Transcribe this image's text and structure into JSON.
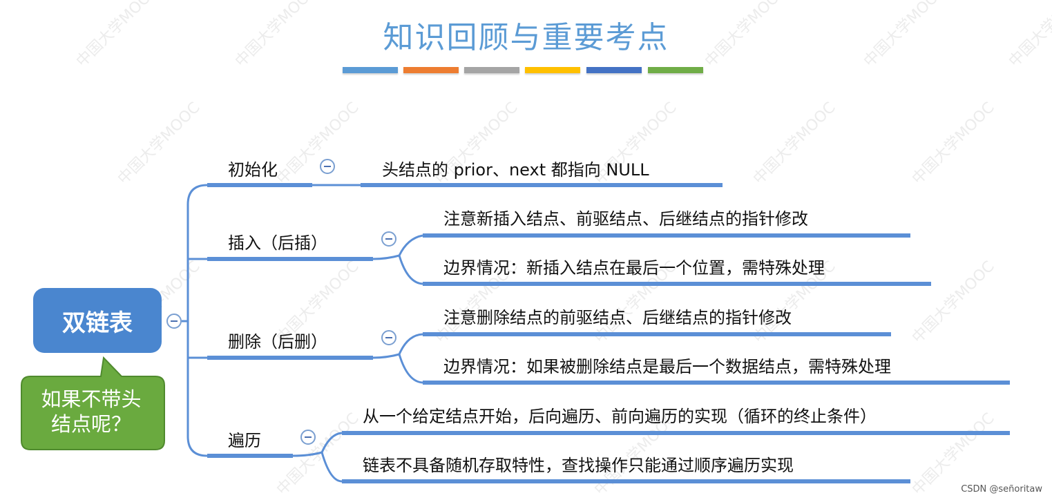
{
  "title": "知识回顾与重要考点",
  "color_bars": [
    "#5b9bd5",
    "#ed7d31",
    "#a5a5a5",
    "#ffc000",
    "#4472c4",
    "#70ad47"
  ],
  "watermark_text": "中国大学MOOC",
  "root": {
    "label": "双链表",
    "color": "#4a86cf"
  },
  "branches": [
    {
      "label": "初始化",
      "leaves": [
        "头结点的 prior、next 都指向 NULL"
      ]
    },
    {
      "label": "插入（后插）",
      "leaves": [
        "注意新插入结点、前驱结点、后继结点的指针修改",
        "边界情况：新插入结点在最后一个位置，需特殊处理"
      ]
    },
    {
      "label": "删除（后删）",
      "leaves": [
        "注意删除结点的前驱结点、后继结点的指针修改",
        "边界情况：如果被删除结点是最后一个数据结点，需特殊处理"
      ]
    },
    {
      "label": "遍历",
      "leaves": [
        "从一个给定结点开始，后向遍历、前向遍历的实现（循环的终止条件）",
        "链表不具备随机存取特性，查找操作只能通过顺序遍历实现"
      ]
    }
  ],
  "callout": {
    "line1": "如果不带头",
    "line2": "结点呢？",
    "color": "#6aaa3f"
  },
  "footer": "CSDN @señoritaw"
}
